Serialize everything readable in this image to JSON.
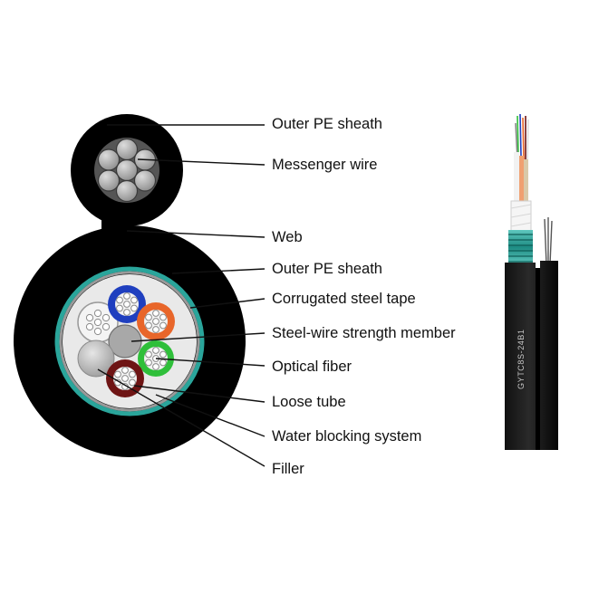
{
  "labels": {
    "outer_pe_sheath_top": "Outer PE sheath",
    "messenger_wire": "Messenger wire",
    "web": "Web",
    "outer_pe_sheath": "Outer PE sheath",
    "corrugated_steel_tape": "Corrugated steel tape",
    "steel_wire_strength_member": "Steel-wire strength member",
    "optical_fiber": "Optical fiber",
    "loose_tube": "Loose tube",
    "water_blocking_system": "Water blocking system",
    "filler": "Filler"
  },
  "cable_print": "GYTC8S-24B1",
  "colors": {
    "sheath": "#000000",
    "steel_tape_teal": "#2aa59b",
    "tube_blue": "#1f3fbf",
    "tube_orange": "#e8662a",
    "tube_green": "#2fbf3a",
    "tube_brown": "#6e1414",
    "tube_white": "#f3f3f3",
    "filler_grey": "#c9c9c9",
    "strength_member": "#a8a8a8",
    "messenger_strand": "#bdbdbd"
  }
}
